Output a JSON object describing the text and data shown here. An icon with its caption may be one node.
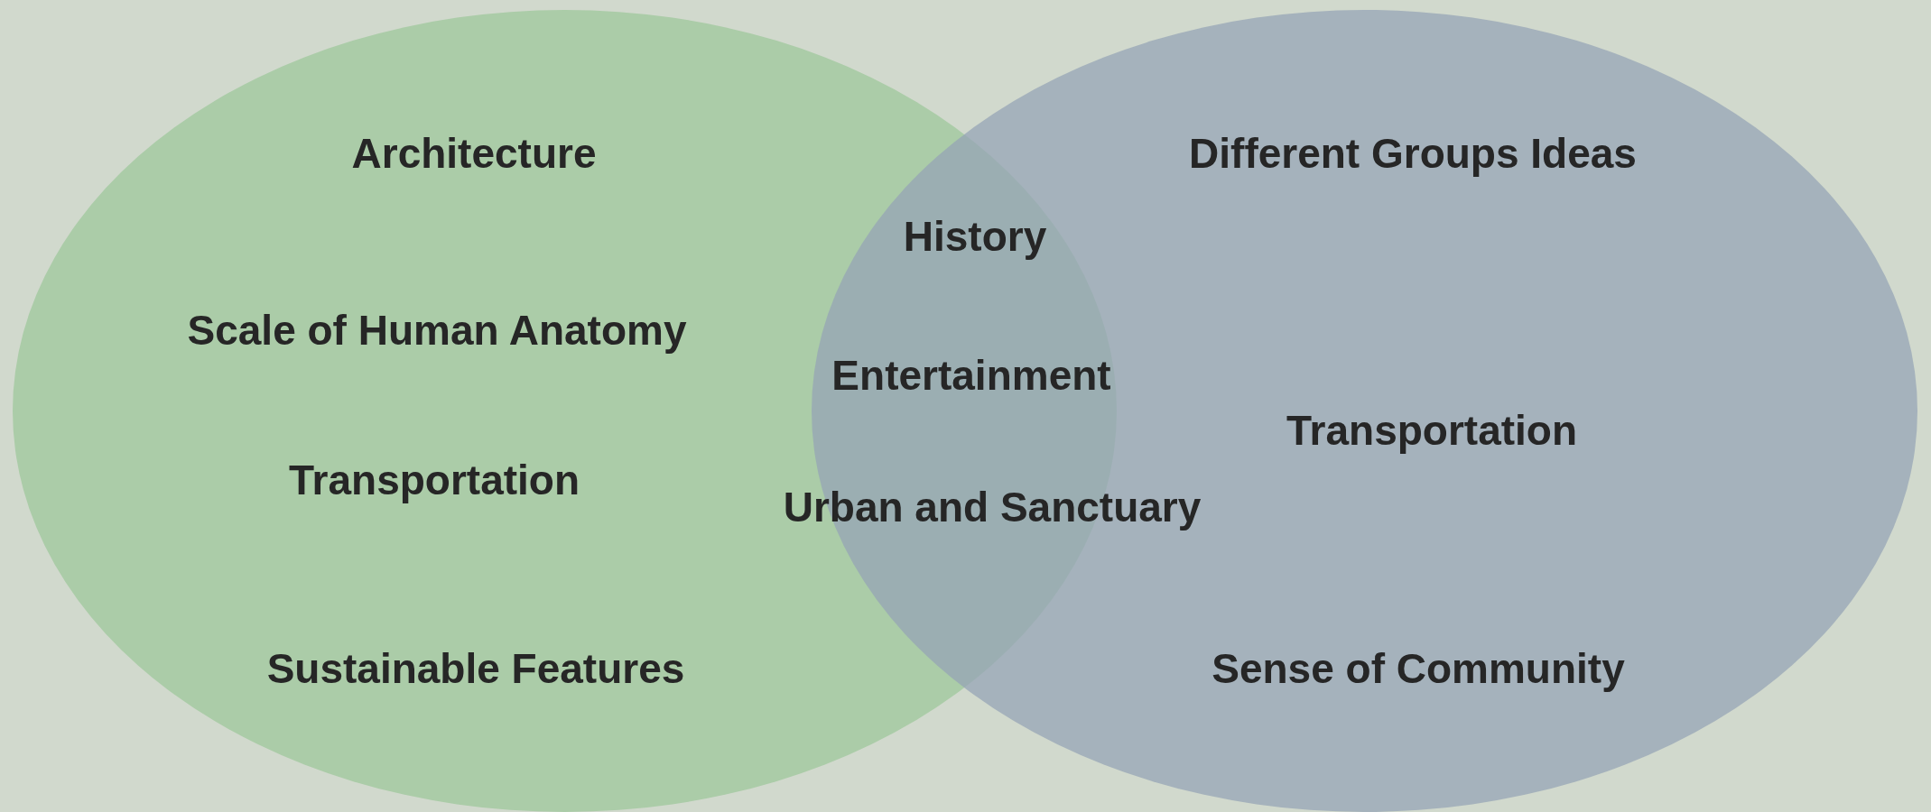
{
  "diagram": {
    "nodes": [
      {
        "text": [
          "Architecture",
          "Scale of Human Anatomy",
          "Transportation",
          "Sustainable Features"
        ]
      },
      {
        "text": [
          "Different Groups Ideas",
          "Transportation",
          "Sense of Community"
        ]
      }
    ],
    "labels": [
      "History",
      "Entertainment",
      "Urban and Sanctuary"
    ]
  }
}
